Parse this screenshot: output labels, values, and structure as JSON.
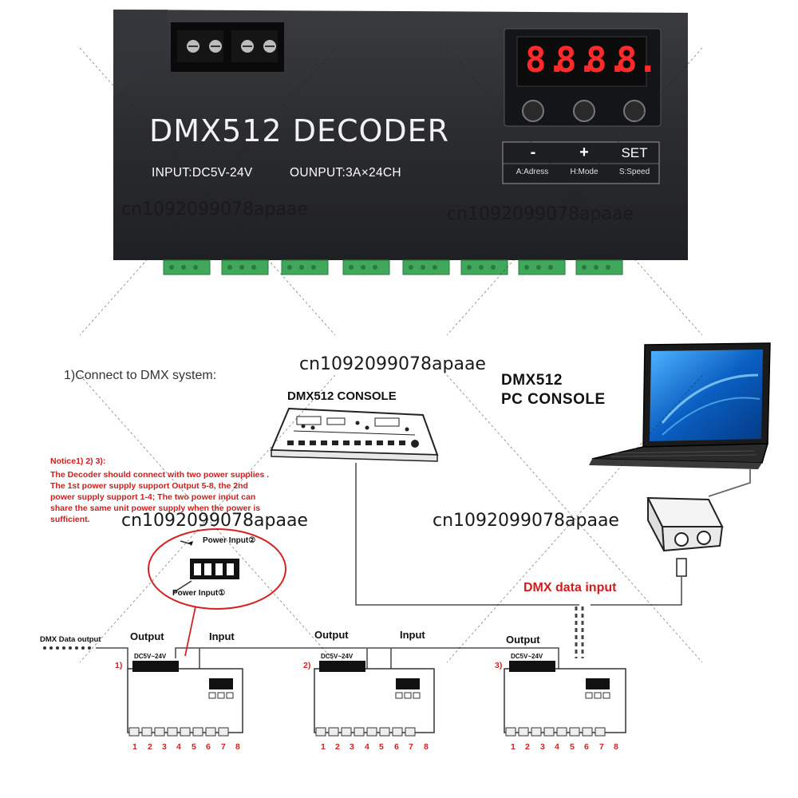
{
  "product": {
    "title": "DMX512 DECODER",
    "input_spec": "INPUT:DC5V-24V",
    "output_spec": "OUNPUT:3A×24CH",
    "display_digits": [
      "8.",
      "8.",
      "8.",
      "8."
    ],
    "buttons": [
      {
        "symbol": "-",
        "sub": "A:Adress"
      },
      {
        "symbol": "+",
        "sub": "H:Mode"
      },
      {
        "symbol": "SET",
        "sub": "S:Speed"
      }
    ]
  },
  "watermark": "cn1092099078apaae",
  "diagram": {
    "heading": "1)Connect to DMX system:",
    "console_label": "DMX512 CONSOLE",
    "pc_console_line1": "DMX512",
    "pc_console_line2": "PC CONSOLE",
    "notice_title": "Notice1) 2) 3):",
    "notice_lines": [
      "The Decoder should connect with two power supplies .",
      "The 1st power supply support Output 5-8, the 2nd",
      "power supply support 1-4; The two power input can",
      "share the same unit power supply when the power is",
      "sufficient."
    ],
    "power_input_2": "Power Input②",
    "power_input_1": "Power Input①",
    "dmx_data_input": "DMX data input",
    "dmx_data_output": "DMX Data output",
    "output_label": "Output",
    "input_label": "Input",
    "dc_label": "DC5V~24V",
    "unit_markers": [
      "1)",
      "2)",
      "3)"
    ],
    "channel_numbers": [
      "1",
      "2",
      "3",
      "4",
      "5",
      "6",
      "7",
      "8"
    ]
  }
}
